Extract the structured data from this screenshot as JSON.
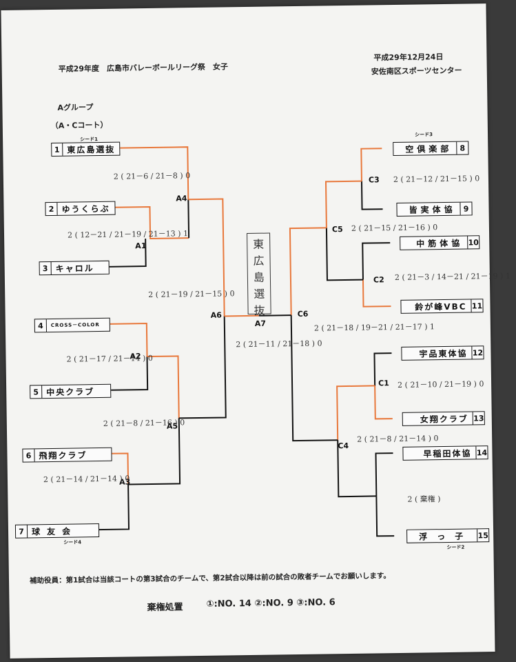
{
  "header": {
    "title": "平成29年度　広島市バレーボールリーグ祭　女子",
    "date": "平成29年12月24日",
    "venue": "安佐南区スポーツセンター",
    "group": "Aグループ",
    "court": "（A・Cコート）"
  },
  "teams": [
    {
      "no": "1",
      "name": "東広島選抜"
    },
    {
      "no": "2",
      "name": "ゆうくらぶ"
    },
    {
      "no": "3",
      "name": "キャロル"
    },
    {
      "no": "4",
      "name": "CROSS－COLOR"
    },
    {
      "no": "5",
      "name": "中央クラブ"
    },
    {
      "no": "6",
      "name": "飛翔クラブ"
    },
    {
      "no": "7",
      "name": "球友会"
    },
    {
      "no": "8",
      "name": "空倶楽部"
    },
    {
      "no": "9",
      "name": "皆実体協"
    },
    {
      "no": "10",
      "name": "中筋体協"
    },
    {
      "no": "11",
      "name": "鈴が峰VBC"
    },
    {
      "no": "12",
      "name": "宇品東体協"
    },
    {
      "no": "13",
      "name": "女翔クラブ"
    },
    {
      "no": "14",
      "name": "早稲田体協"
    },
    {
      "no": "15",
      "name": "浮っ子"
    }
  ],
  "seeds": {
    "s1": "シード1",
    "s3": "シード3",
    "s4": "シード4",
    "s2": "シード2"
  },
  "matches": {
    "A1": "A1",
    "A2": "A2",
    "A3": "A3",
    "A4": "A4",
    "A5": "A5",
    "A6": "A6",
    "A7": "A7",
    "C1": "C1",
    "C2": "C2",
    "C3": "C3",
    "C4": "C4",
    "C5": "C5",
    "C6": "C6"
  },
  "scores": {
    "A4": [
      "2",
      "21－6",
      "21－8",
      "0"
    ],
    "A1": [
      "2",
      "12－21",
      "21－19",
      "21－13",
      "1"
    ],
    "A6": [
      "2",
      "21－19",
      "21－15",
      "0"
    ],
    "A2": [
      "2",
      "21－17",
      "21－14",
      "0"
    ],
    "A5": [
      "2",
      "21－8",
      "21－16",
      "0"
    ],
    "A3": [
      "2",
      "21－14",
      "21－14",
      "0"
    ],
    "A7": [
      "2",
      "21－11",
      "21－18",
      "0"
    ],
    "C6": [
      "2",
      "21－18",
      "19－21",
      "21－17",
      "1"
    ],
    "C3": [
      "2",
      "21－12",
      "21－15",
      "0"
    ],
    "C5": [
      "2",
      "21－15",
      "21－16",
      "0"
    ],
    "C2": [
      "2",
      "21－3",
      "14－21",
      "21－19",
      "1"
    ],
    "C1": [
      "2",
      "21－10",
      "21－19",
      "0"
    ],
    "C4": [
      "2",
      "21－8",
      "21－14",
      "0"
    ],
    "forfeit": [
      "2",
      "棄権"
    ]
  },
  "winner": [
    "東",
    "広",
    "島",
    "選",
    "抜"
  ],
  "footer": {
    "note": "補助役員：第1試合は当該コートの第3試合のチームで、第2試合以降は前の試合の敗者チームでお願いします。",
    "forfeit_label": "棄権処置",
    "forfeit_order": "①:NO. 14 ②:NO. 9 ③:NO. 6"
  },
  "colors": {
    "bracket": "#e8773a",
    "line": "#111111",
    "pen": "#333333"
  }
}
